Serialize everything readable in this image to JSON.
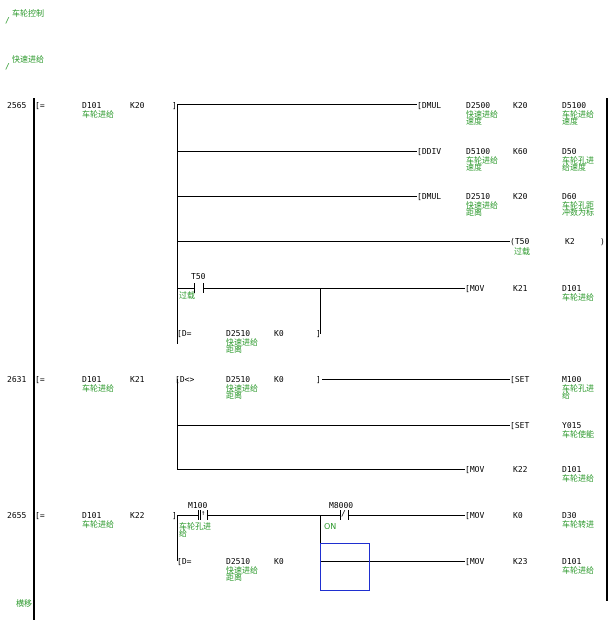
{
  "header": {
    "title1": "车轮控制",
    "title2": "快速进给",
    "footer": "横移"
  },
  "steps": {
    "s1": "2565",
    "s2": "2631",
    "s3": "2655"
  },
  "rung1": {
    "cmp_op": "[=",
    "cmp_a": "D101",
    "cmp_a_c": "车轮进给",
    "cmp_b": "K20",
    "i1_op": "[DMUL",
    "i1_a": "D2500",
    "i1_a_c": "快速进给\n速度",
    "i1_b": "K20",
    "i1_d": "D5100",
    "i1_d_c": "车轮进给\n速度",
    "i2_op": "[DDIV",
    "i2_a": "D5100",
    "i2_a_c": "车轮进给\n速度",
    "i2_b": "K60",
    "i2_d": "D50",
    "i2_d_c": "车轮孔进\n给速度",
    "i3_op": "[DMUL",
    "i3_a": "D2510",
    "i3_a_c": "快速进给\n距离",
    "i3_b": "K20",
    "i3_d": "D60",
    "i3_d_c": "车轮孔距\n冲数为标",
    "t_op": "(T50",
    "t_c": "过载",
    "t_k": "K2",
    "t_end": ")",
    "c1": "T50",
    "c1_c": "过载",
    "mov_op": "[MOV",
    "mov_a": "K21",
    "mov_d": "D101",
    "mov_d_c": "车轮进给",
    "cmp2_op": "[D=",
    "cmp2_a": "D2510",
    "cmp2_a_c": "快速进给\n距离",
    "cmp2_b": "K0",
    "cmp2_end": "]"
  },
  "rung2": {
    "cmp_op": "[=",
    "cmp_a": "D101",
    "cmp_a_c": "车轮进给",
    "cmp_b": "K21",
    "cmp2_op": "[D<>",
    "cmp2_a": "D2510",
    "cmp2_a_c": "快速进给\n距离",
    "cmp2_b": "K0",
    "cmp2_end": "]",
    "set1_op": "[SET",
    "set1_d": "M100",
    "set1_d_c": "车轮孔进\n给",
    "set2_op": "[SET",
    "set2_d": "Y015",
    "set2_d_c": "车轮使能",
    "mov_op": "[MOV",
    "mov_a": "K22",
    "mov_d": "D101",
    "mov_d_c": "车轮进给"
  },
  "rung3": {
    "cmp_op": "[=",
    "cmp_a": "D101",
    "cmp_a_c": "车轮进给",
    "cmp_b": "K22",
    "c1": "M100",
    "c1_c": "车轮孔进\n给",
    "c2": "M8000",
    "c2_c": "ON",
    "mov1_op": "[MOV",
    "mov1_a": "K0",
    "mov1_d": "D30",
    "mov1_d_c": "车轮转进",
    "cmp2_op": "[D=",
    "cmp2_a": "D2510",
    "cmp2_a_c": "快速进给\n距离",
    "cmp2_b": "K0",
    "mov2_op": "[MOV",
    "mov2_a": "K23",
    "mov2_d": "D101",
    "mov2_d_c": "车轮进给"
  }
}
